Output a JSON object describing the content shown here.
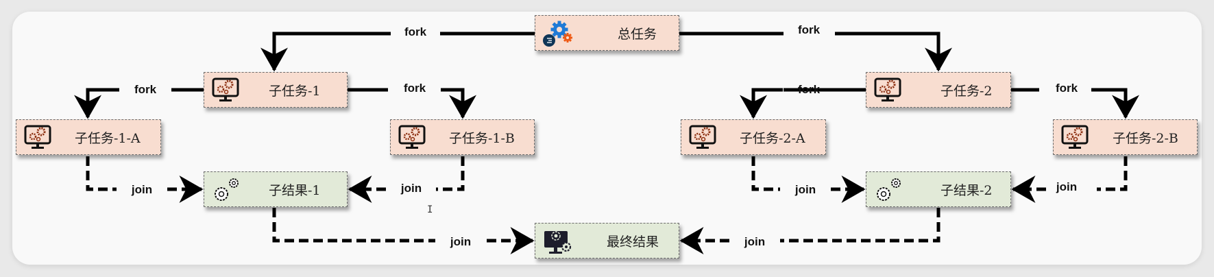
{
  "diagram": {
    "nodes": {
      "root": {
        "label": "总任务",
        "icon": "gears-list-icon",
        "kind": "task"
      },
      "sub1": {
        "label": "子任务-1",
        "icon": "monitor-gears-icon",
        "kind": "task"
      },
      "sub2": {
        "label": "子任务-2",
        "icon": "monitor-gears-icon",
        "kind": "task"
      },
      "sub1a": {
        "label": "子任务-1-A",
        "icon": "monitor-gears-icon",
        "kind": "task"
      },
      "sub1b": {
        "label": "子任务-1-B",
        "icon": "monitor-gears-icon",
        "kind": "task"
      },
      "sub2a": {
        "label": "子任务-2-A",
        "icon": "monitor-gears-icon",
        "kind": "task"
      },
      "sub2b": {
        "label": "子任务-2-B",
        "icon": "monitor-gears-icon",
        "kind": "task"
      },
      "res1": {
        "label": "子结果-1",
        "icon": "gears-outline-icon",
        "kind": "result"
      },
      "res2": {
        "label": "子结果-2",
        "icon": "gears-outline-icon",
        "kind": "result"
      },
      "final": {
        "label": "最终结果",
        "icon": "monitor-gear-solid-icon",
        "kind": "result"
      }
    },
    "edges": {
      "root_sub1": {
        "label": "fork",
        "from": "root",
        "to": "sub1",
        "style": "solid"
      },
      "root_sub2": {
        "label": "fork",
        "from": "root",
        "to": "sub2",
        "style": "solid"
      },
      "sub1_sub1a": {
        "label": "fork",
        "from": "sub1",
        "to": "sub1a",
        "style": "solid"
      },
      "sub1_sub1b": {
        "label": "fork",
        "from": "sub1",
        "to": "sub1b",
        "style": "solid"
      },
      "sub2_sub2a": {
        "label": "fork",
        "from": "sub2",
        "to": "sub2a",
        "style": "solid"
      },
      "sub2_sub2b": {
        "label": "fork",
        "from": "sub2",
        "to": "sub2b",
        "style": "solid"
      },
      "sub1a_res1": {
        "label": "join",
        "from": "sub1a",
        "to": "res1",
        "style": "dashed"
      },
      "sub1b_res1": {
        "label": "join",
        "from": "sub1b",
        "to": "res1",
        "style": "dashed"
      },
      "sub2a_res2": {
        "label": "join",
        "from": "sub2a",
        "to": "res2",
        "style": "dashed"
      },
      "sub2b_res2": {
        "label": "join",
        "from": "sub2b",
        "to": "res2",
        "style": "dashed"
      },
      "res1_final": {
        "label": "join",
        "from": "res1",
        "to": "final",
        "style": "dashed"
      },
      "res2_final": {
        "label": "join",
        "from": "res2",
        "to": "final",
        "style": "dashed"
      }
    },
    "colors": {
      "task_fill": "#f8ddd0",
      "result_fill": "#e2ead8",
      "wire": "#000000",
      "gear_rust": "#8b2e0f",
      "gear_blue": "#1f7ad6",
      "gear_orange": "#ef5a14",
      "badge_navy": "#0f3556"
    }
  }
}
